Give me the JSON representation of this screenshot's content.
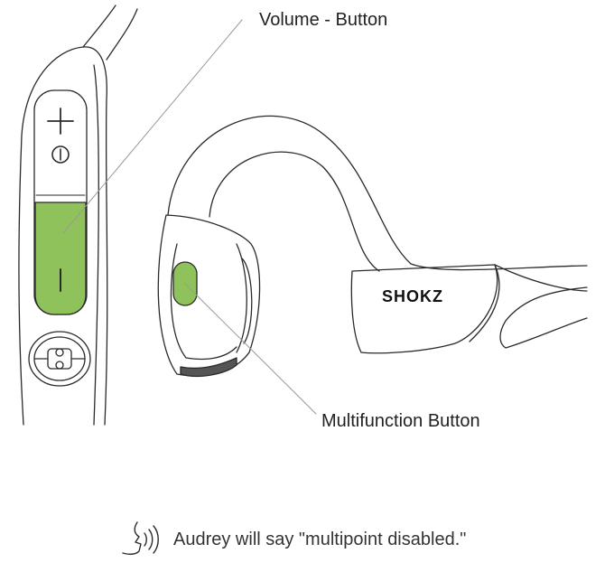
{
  "labels": {
    "volume_button": "Volume - Button",
    "multifunction_button": "Multifunction Button"
  },
  "device": {
    "brand": "SHOKZ",
    "plus_symbol": "+",
    "minus_symbol": "|"
  },
  "caption": {
    "text": "Audrey will say \"multipoint disabled.\"",
    "icon": "speaking-head-icon"
  },
  "colors": {
    "button_highlight": "#8fc25a",
    "outline": "#2a2a2a"
  }
}
